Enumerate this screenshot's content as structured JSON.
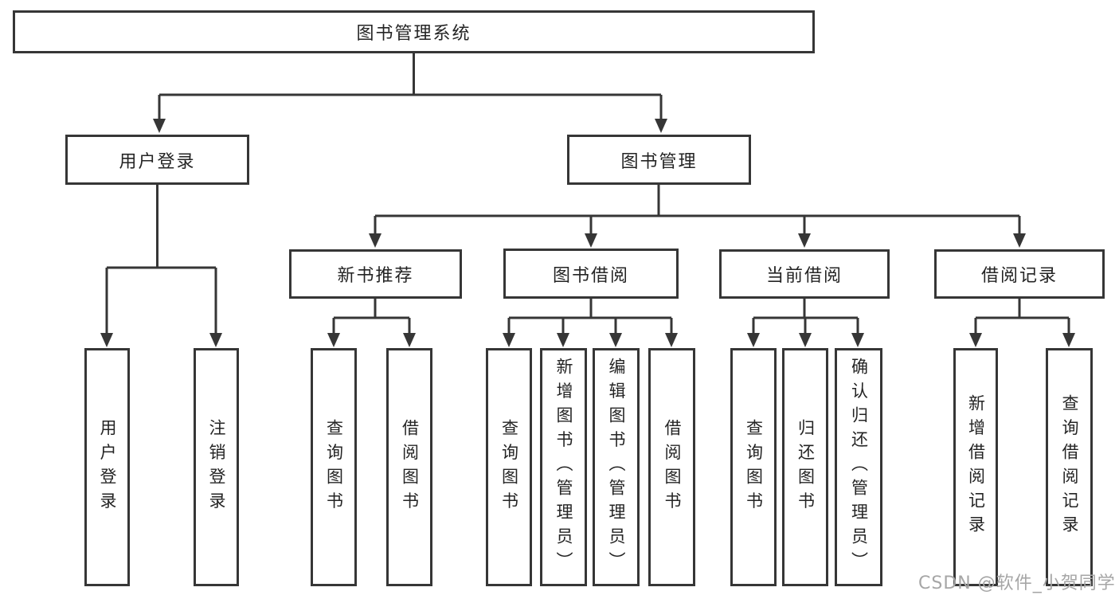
{
  "diagram": {
    "title": "图书管理系统",
    "nodes": {
      "root": {
        "label": "图书管理系统"
      },
      "user_login_group": {
        "label": "用户登录"
      },
      "book_management": {
        "label": "图书管理"
      },
      "new_book": {
        "label": "新书推荐"
      },
      "book_borrow": {
        "label": "图书借阅"
      },
      "current_borrow": {
        "label": "当前借阅"
      },
      "borrow_records": {
        "label": "借阅记录"
      },
      "user_login": {
        "label": "用户登录"
      },
      "logout_login": {
        "label": "注销登录"
      },
      "nb_query_books": {
        "label": "查询图书"
      },
      "nb_borrow_books": {
        "label": "借阅图书"
      },
      "bb_query_books": {
        "label": "查询图书"
      },
      "bb_add_books": {
        "label": "新增图书（管理员）"
      },
      "bb_edit_books": {
        "label": "编辑图书（管理员）"
      },
      "bb_borrow_books": {
        "label": "借阅图书"
      },
      "cb_query_books": {
        "label": "查询图书"
      },
      "cb_return_books": {
        "label": "归还图书"
      },
      "cb_confirm_return": {
        "label": "确认归还（管理员）"
      },
      "br_add_record": {
        "label": "新增借阅记录"
      },
      "br_query_record": {
        "label": "查询借阅记录"
      }
    },
    "hierarchy": {
      "图书管理系统": {
        "用户登录": [
          "用户登录",
          "注销登录"
        ],
        "图书管理": {
          "新书推荐": [
            "查询图书",
            "借阅图书"
          ],
          "图书借阅": [
            "查询图书",
            "新增图书（管理员）",
            "编辑图书（管理员）",
            "借阅图书"
          ],
          "当前借阅": [
            "查询图书",
            "归还图书",
            "确认归还（管理员）"
          ],
          "借阅记录": [
            "新增借阅记录",
            "查询借阅记录"
          ]
        }
      }
    },
    "watermark": {
      "text": "CSDN @软件_小贺同学"
    },
    "colors": {
      "line": "#363636",
      "box_border": "#363636",
      "box_background": "#ffffff",
      "text": "#242424",
      "watermark": "#a6a6a6",
      "page_background": "#ffffff"
    }
  }
}
